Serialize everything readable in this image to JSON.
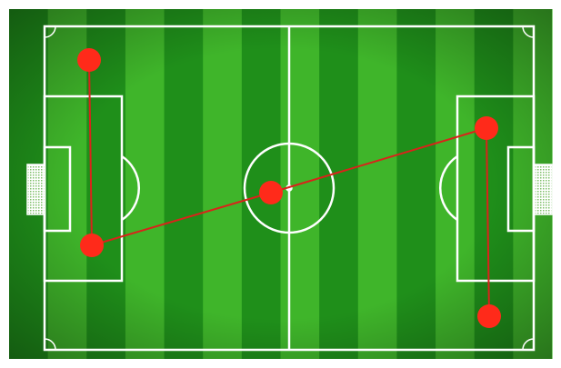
{
  "colors": {
    "background": "#ffffff",
    "stripe_dark": "#1f8f1a",
    "stripe_light": "#3fb52a",
    "vignette": "#0a4d0a",
    "lines": "#ffffff",
    "marker": "#ff2a1a",
    "connector": "#d9231a"
  },
  "pitch": {
    "stripe_count": 14
  },
  "markers": [
    {
      "name": "marker-left-top"
    },
    {
      "name": "marker-left-bottom"
    },
    {
      "name": "marker-center"
    },
    {
      "name": "marker-right-top"
    },
    {
      "name": "marker-right-bottom"
    }
  ],
  "connections": [
    [
      "marker-left-top",
      "marker-left-bottom"
    ],
    [
      "marker-left-bottom",
      "marker-center"
    ],
    [
      "marker-center",
      "marker-right-top"
    ],
    [
      "marker-right-top",
      "marker-right-bottom"
    ]
  ]
}
